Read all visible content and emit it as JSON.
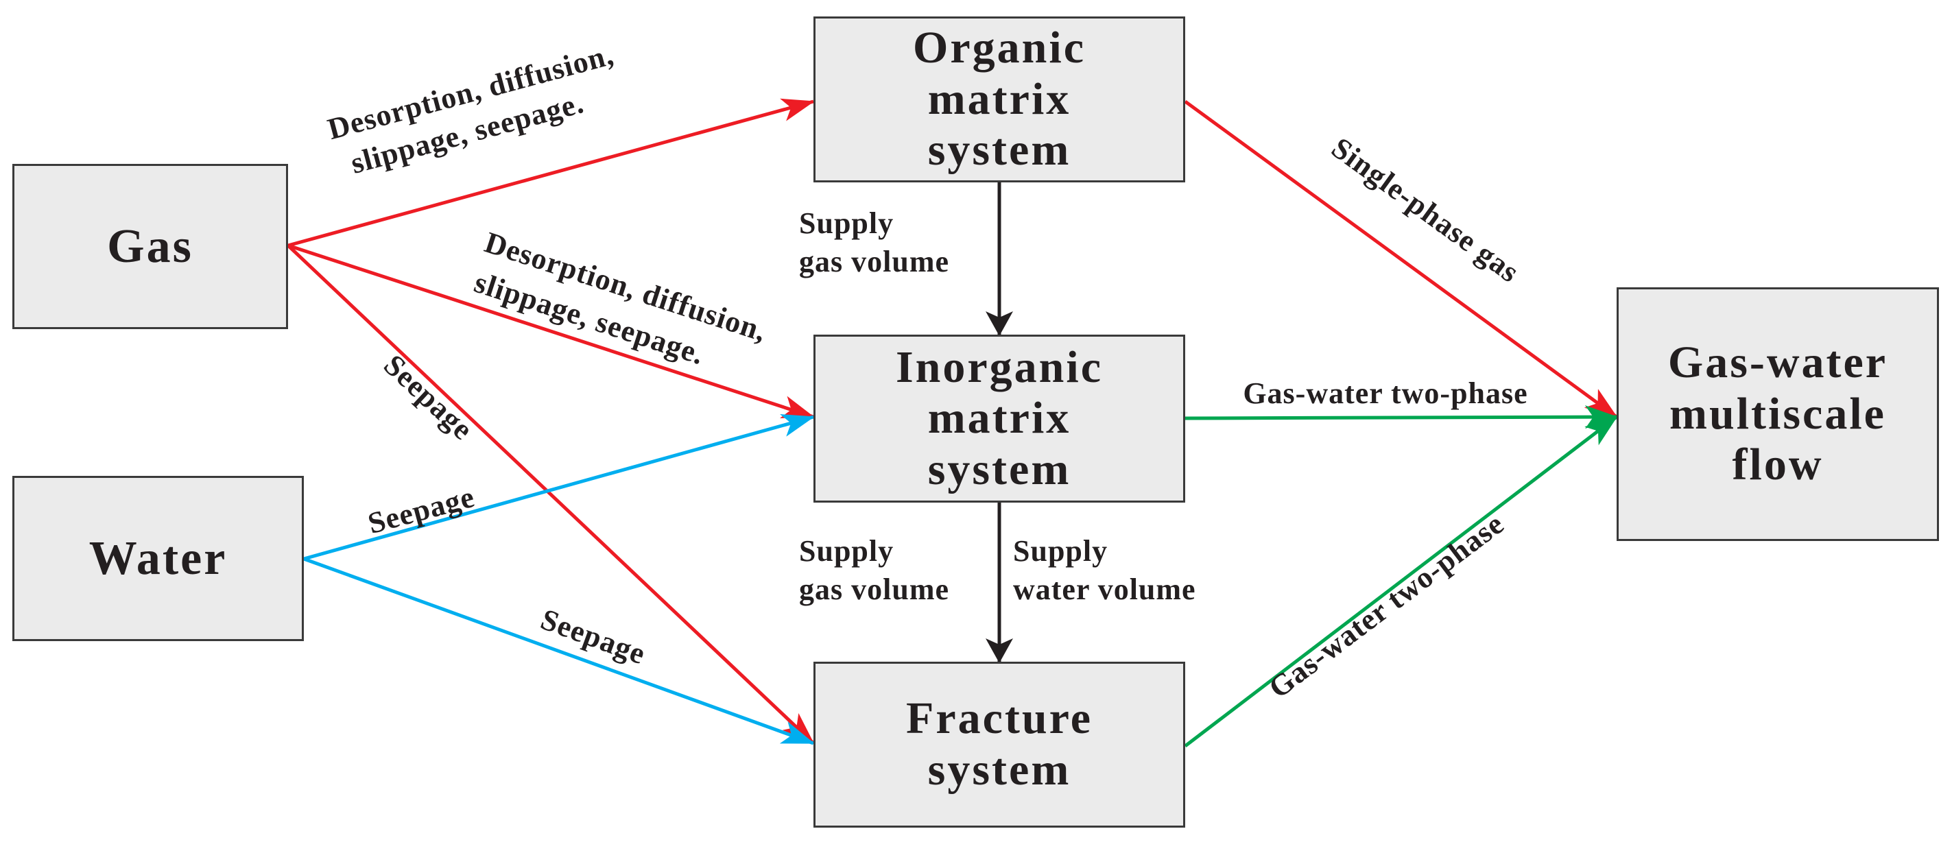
{
  "nodes": {
    "gas": "Gas",
    "water": "Water",
    "organic": "Organic\nmatrix\nsystem",
    "inorganic": "Inorganic\nmatrix\nsystem",
    "fracture": "Fracture\nsystem",
    "output": "Gas-water\nmultiscale\nflow"
  },
  "edges": {
    "gas_to_organic": [
      "Desorption, diffusion,",
      "slippage, seepage."
    ],
    "gas_to_inorganic": [
      "Desorption, diffusion,",
      "slippage, seepage."
    ],
    "gas_to_fracture": "Seepage",
    "water_to_inorganic": "Seepage",
    "water_to_fracture": "Seepage",
    "organic_to_inorganic": [
      "Supply",
      "gas volume"
    ],
    "inorganic_to_fracture_gas": [
      "Supply",
      "gas volume"
    ],
    "inorganic_to_fracture_water": [
      "Supply",
      "water volume"
    ],
    "organic_to_output": "Single-phase gas",
    "inorganic_to_output": "Gas-water two-phase",
    "fracture_to_output": "Gas-water two-phase"
  },
  "colors": {
    "gas_flow": "#ed1c24",
    "water_flow": "#00aeef",
    "two_phase_flow": "#00a650",
    "supply": "#231f20",
    "box_fill": "#ebebeb"
  }
}
